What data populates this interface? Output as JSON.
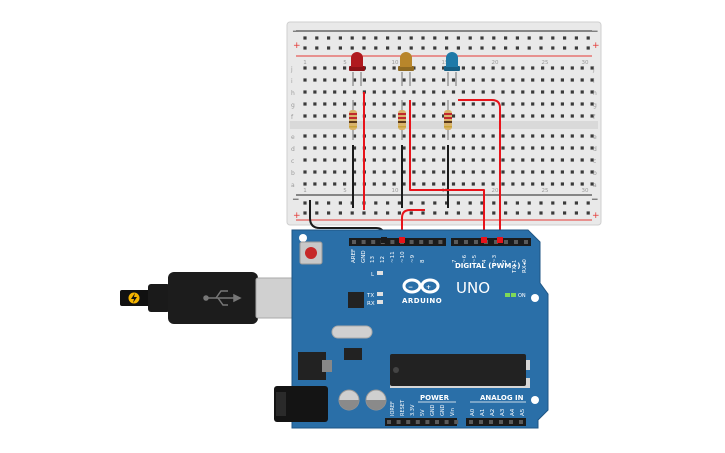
{
  "colors": {
    "board": "#2a6fa8",
    "board_dark": "#1f5685",
    "breadboard": "#e9e9e9",
    "breadboard_edge": "#cfcfcf",
    "rail_red": "#e53935",
    "rail_black": "#222222",
    "wire_red": "#e8131a",
    "wire_black": "#1a1a1a",
    "led_red": "#b0191e",
    "led_yellow": "#b8862b",
    "led_blue": "#1f7aa8",
    "header": "#1b1b1b",
    "chip": "#222222"
  },
  "breadboard": {
    "rail_plus": "+",
    "rail_minus": "−",
    "row_letters_top": [
      "j",
      "i",
      "h",
      "g",
      "f"
    ],
    "row_letters_bottom": [
      "e",
      "d",
      "c",
      "b",
      "a"
    ],
    "col_numbers": [
      "1",
      "5",
      "10",
      "15",
      "20",
      "25",
      "30"
    ]
  },
  "arduino": {
    "brand": "ARDUINO",
    "model": "UNO",
    "digital_label": "DIGITAL (PWM~)",
    "power_label": "POWER",
    "analog_label": "ANALOG IN",
    "on_label": "ON",
    "l_label": "L",
    "tx_label": "TX",
    "rx_label": "RX",
    "top_pins": [
      "AREF",
      "GND",
      "13",
      "12",
      "~11",
      "~10",
      "~9",
      "8",
      "7",
      "~6",
      "~5",
      "4",
      "~3",
      "2",
      "TX▸1",
      "RX◂0"
    ],
    "power_pins": [
      "IOREF",
      "RESET",
      "3.3V",
      "5V",
      "GND",
      "GND",
      "Vin"
    ],
    "analog_pins": [
      "A0",
      "A1",
      "A2",
      "A3",
      "A4",
      "A5"
    ]
  },
  "icons": {
    "usb": "usb-icon",
    "lightning": "lightning-icon"
  }
}
